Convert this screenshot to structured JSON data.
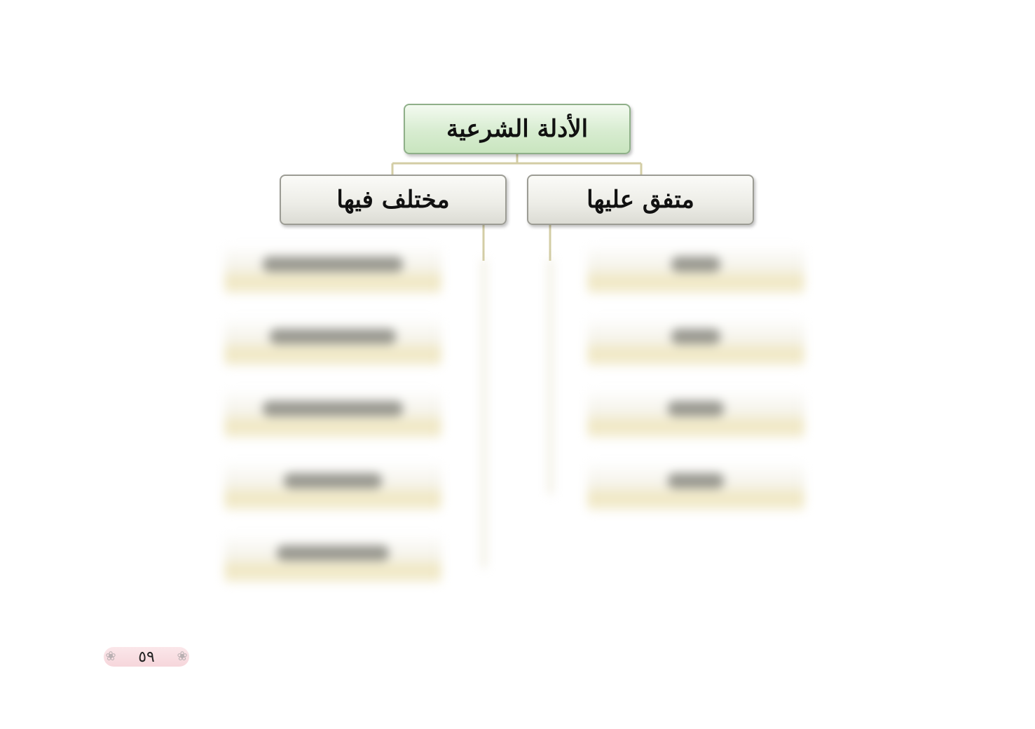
{
  "diagram": {
    "root": {
      "label": "الأدلة الشرعية"
    },
    "branches": [
      {
        "label": "متفق عليها"
      },
      {
        "label": "مختلف فيها"
      }
    ]
  },
  "footer": {
    "page_number": "٥٩",
    "ornament_icon": "floral-ornament-icon"
  },
  "colors": {
    "root_fill": "#d7ecd0",
    "branch_fill": "#ecece6",
    "connector": "#d3cda5",
    "page_badge": "#f6d6db"
  }
}
